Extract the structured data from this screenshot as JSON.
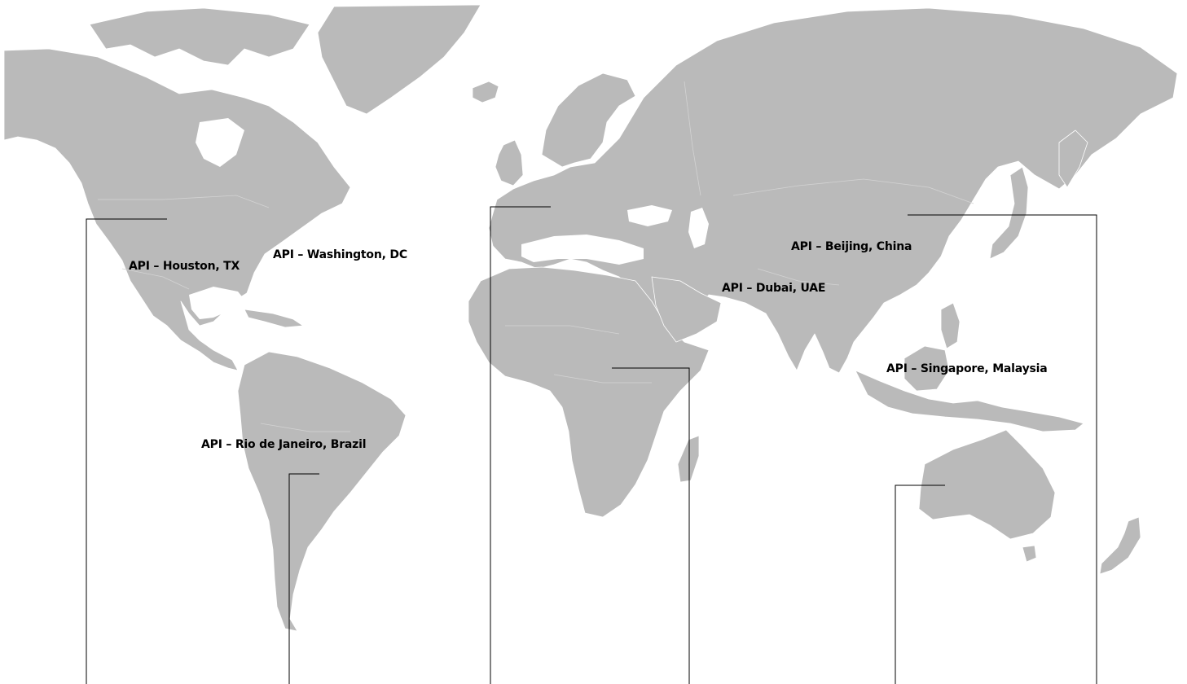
{
  "map": {
    "colors": {
      "land": "#bababa",
      "water": "#ffffff",
      "leader_line": "#000000",
      "label_text": "#000000"
    },
    "locations": [
      {
        "id": "houston",
        "label": "API – Houston, TX"
      },
      {
        "id": "washington",
        "label": "API – Washington, DC"
      },
      {
        "id": "rio",
        "label": "API – Rio de Janeiro, Brazil"
      },
      {
        "id": "dubai",
        "label": "API – Dubai, UAE"
      },
      {
        "id": "beijing",
        "label": "API – Beijing, China"
      },
      {
        "id": "singapore",
        "label": "API – Singapore, Malaysia"
      }
    ]
  }
}
